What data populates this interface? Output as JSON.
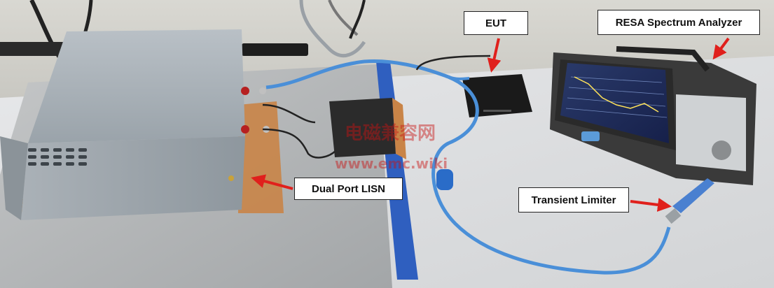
{
  "labels": {
    "eut": "EUT",
    "analyzer": "RESA Spectrum Analyzer",
    "lisn": "Dual Port LISN",
    "limiter": "Transient Limiter"
  },
  "watermark": {
    "line1": "电磁兼容网",
    "line2": "www.emc.wiki"
  },
  "colors": {
    "arrow": "#e0201c",
    "tape": "#2f5fbf",
    "cable": "#4a8fd8",
    "enclosure": "#a9b1b8"
  }
}
